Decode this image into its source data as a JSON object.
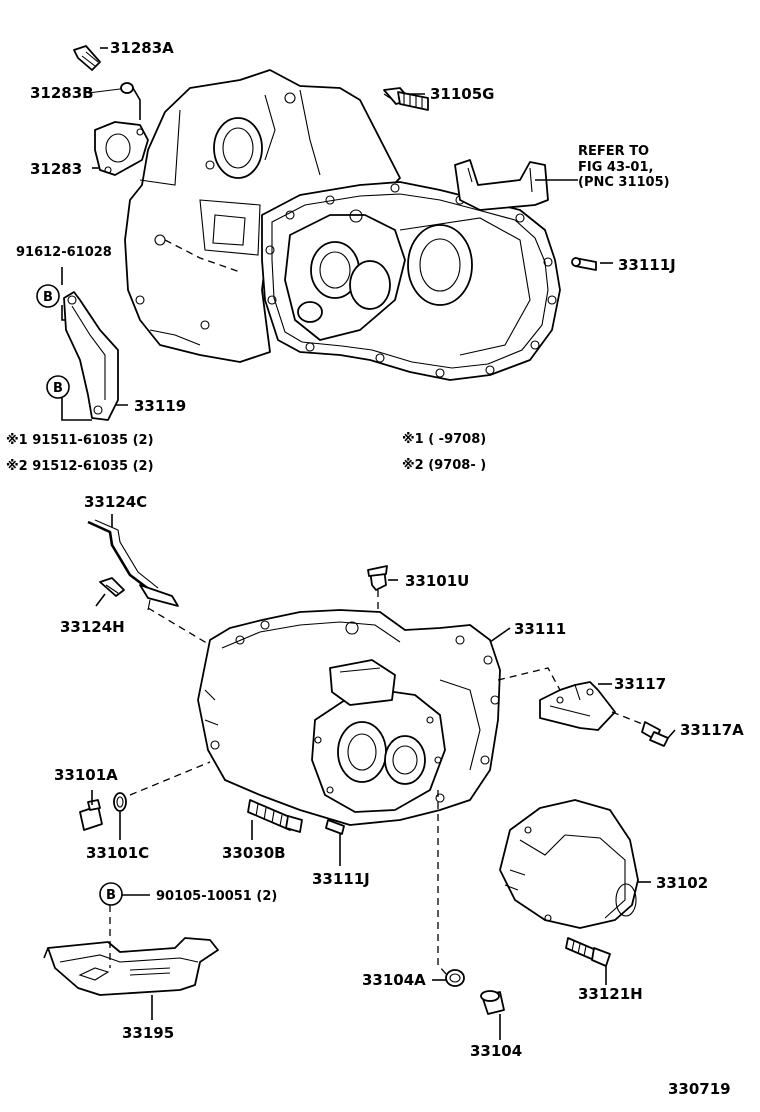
{
  "labels": {
    "p31283A": "31283A",
    "p31283B": "31283B",
    "p31283": "31283",
    "p31105G": "31105G",
    "refer_1": "REFER TO",
    "refer_2": "FIG 43-01,",
    "refer_3": "(PNC 31105)",
    "p91612": "91612-61028",
    "p33111J_top": "33111J",
    "p33119": "33119",
    "note1": "※1  91511-61035 (2)",
    "note2": "※2  91512-61035 (2)",
    "range1": "※1 (        -9708)",
    "range2": "※2 (9708-        )",
    "p33124C": "33124C",
    "p33124H": "33124H",
    "p33101U": "33101U",
    "p33111": "33111",
    "p33117": "33117",
    "p33117A": "33117A",
    "p33101A": "33101A",
    "p33101C": "33101C",
    "p33030B": "33030B",
    "p33111J_bot": "33111J",
    "p33102": "33102",
    "p90105": "90105-10051 (2)",
    "p33104A": "33104A",
    "p33121H": "33121H",
    "p33195": "33195",
    "p33104": "33104",
    "figure_number": "330719"
  },
  "callouts": {
    "b1": "B",
    "b2": "B",
    "b3": "B"
  },
  "colors": {
    "ink": "#000000",
    "paper": "#ffffff"
  }
}
